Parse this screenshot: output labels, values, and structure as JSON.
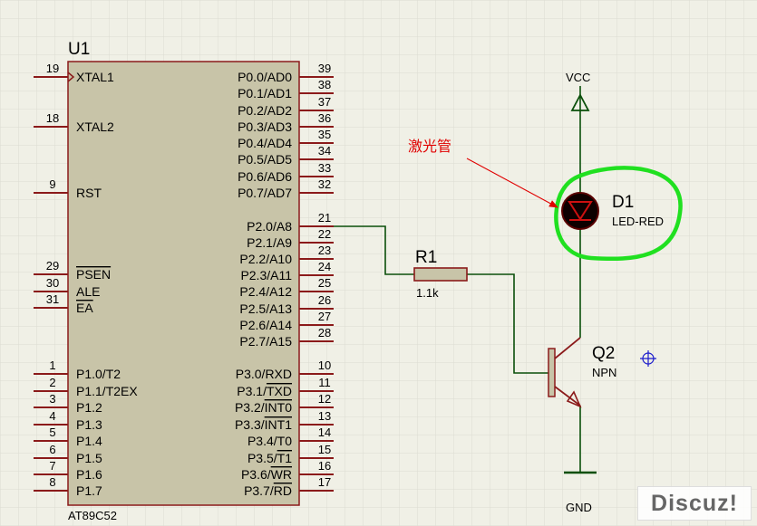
{
  "colors": {
    "background": "#f0f0e6",
    "grid": "#dcdcd2",
    "chip_fill": "#c8c4a8",
    "chip_border": "#8b1a1a",
    "wire": "#0a4f0a",
    "component": "#8b1a1a",
    "annotation": "#e00000",
    "highlight": "#20e020",
    "marker": "#1a1acc"
  },
  "chip": {
    "ref": "U1",
    "part": "AT89C52",
    "left_pins": [
      {
        "num": "19",
        "name": "XTAL1",
        "clock": true
      },
      {
        "num": "18",
        "name": "XTAL2"
      },
      {
        "num": "9",
        "name": "RST"
      },
      {
        "num": "29",
        "name": "PSEN",
        "overline": true
      },
      {
        "num": "30",
        "name": "ALE"
      },
      {
        "num": "31",
        "name": "EA",
        "overline": true
      },
      {
        "num": "1",
        "name": "P1.0/T2"
      },
      {
        "num": "2",
        "name": "P1.1/T2EX"
      },
      {
        "num": "3",
        "name": "P1.2"
      },
      {
        "num": "4",
        "name": "P1.3"
      },
      {
        "num": "5",
        "name": "P1.4"
      },
      {
        "num": "6",
        "name": "P1.5"
      },
      {
        "num": "7",
        "name": "P1.6"
      },
      {
        "num": "8",
        "name": "P1.7"
      }
    ],
    "right_pins": [
      {
        "num": "39",
        "name": "P0.0/AD0"
      },
      {
        "num": "38",
        "name": "P0.1/AD1"
      },
      {
        "num": "37",
        "name": "P0.2/AD2"
      },
      {
        "num": "36",
        "name": "P0.3/AD3"
      },
      {
        "num": "35",
        "name": "P0.4/AD4"
      },
      {
        "num": "34",
        "name": "P0.5/AD5"
      },
      {
        "num": "33",
        "name": "P0.6/AD6"
      },
      {
        "num": "32",
        "name": "P0.7/AD7"
      },
      {
        "num": "21",
        "name": "P2.0/A8"
      },
      {
        "num": "22",
        "name": "P2.1/A9"
      },
      {
        "num": "23",
        "name": "P2.2/A10"
      },
      {
        "num": "24",
        "name": "P2.3/A11"
      },
      {
        "num": "25",
        "name": "P2.4/A12"
      },
      {
        "num": "26",
        "name": "P2.5/A13"
      },
      {
        "num": "27",
        "name": "P2.6/A14"
      },
      {
        "num": "28",
        "name": "P2.7/A15"
      },
      {
        "num": "10",
        "name": "P3.0/RXD"
      },
      {
        "num": "11",
        "name": "P3.1/TXD",
        "prefix": "P3.1/",
        "over": "TXD"
      },
      {
        "num": "12",
        "name": "P3.2/INT0",
        "prefix": "P3.2/",
        "over": "INT0"
      },
      {
        "num": "13",
        "name": "P3.3/INT1",
        "prefix": "P3.3/",
        "over": "INT1"
      },
      {
        "num": "14",
        "name": "P3.4/T0"
      },
      {
        "num": "15",
        "name": "P3.5/T1",
        "prefix": "P3.5/",
        "over": "T1"
      },
      {
        "num": "16",
        "name": "P3.6/WR",
        "prefix": "P3.6/",
        "over": "WR"
      },
      {
        "num": "17",
        "name": "P3.7/RD",
        "prefix": "P3.7/",
        "over": "RD"
      }
    ]
  },
  "resistor": {
    "ref": "R1",
    "value": "1.1k"
  },
  "diode": {
    "ref": "D1",
    "value": "LED-RED"
  },
  "transistor": {
    "ref": "Q2",
    "value": "NPN"
  },
  "vcc_label": "VCC",
  "gnd_label": "GND",
  "annotation": {
    "text": "激光管"
  },
  "watermark": "Discuz!"
}
